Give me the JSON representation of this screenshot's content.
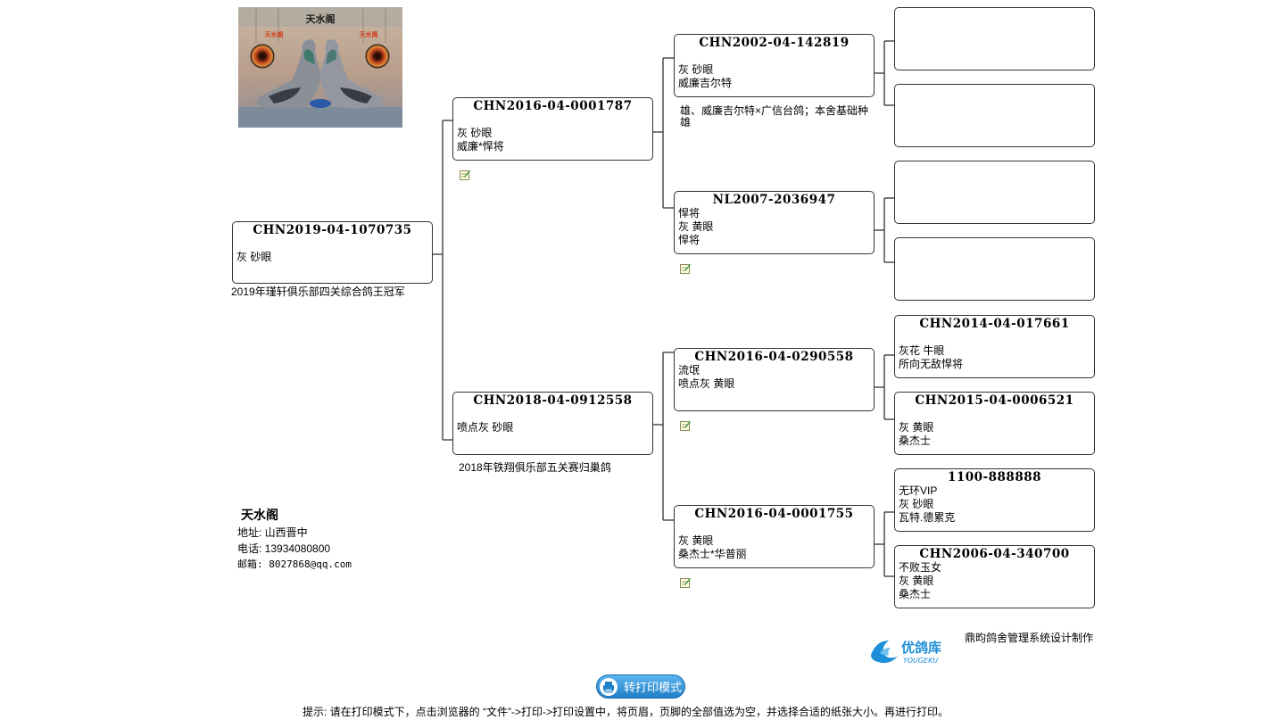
{
  "photo": {
    "title": "天水阁",
    "left_caption": "天水阁",
    "right_caption": "天水阁"
  },
  "subject": {
    "ring": "CHN2019-04-1070735",
    "lines": [
      "",
      "灰 砂眼"
    ],
    "note": "2019年瑾轩俱乐部四关综合鸽王冠军"
  },
  "sire": {
    "ring": "CHN2016-04-0001787",
    "lines": [
      "",
      "灰 砂眼",
      "威廉*悍将"
    ]
  },
  "dam": {
    "ring": "CHN2018-04-0912558",
    "lines": [
      "",
      "喷点灰 砂眼"
    ],
    "note": "2018年铁翔俱乐部五关赛归巢鸽"
  },
  "grandparents": [
    {
      "ring": "CHN2002-04-142819",
      "lines": [
        "",
        "灰 砂眼",
        "威廉吉尔特"
      ],
      "note": "雄、威廉吉尔特×广信台鸽；本舍基础种雄"
    },
    {
      "ring": "NL2007-2036947",
      "lines": [
        "悍将",
        "灰 黄眼",
        "悍将"
      ]
    },
    {
      "ring": "CHN2016-04-0290558",
      "lines": [
        "流氓",
        "喷点灰 黄眼"
      ]
    },
    {
      "ring": "CHN2016-04-0001755",
      "lines": [
        "",
        "灰 黄眼",
        "桑杰士*华普丽"
      ]
    }
  ],
  "great_grandparents": [
    {
      "ring": "",
      "lines": []
    },
    {
      "ring": "",
      "lines": []
    },
    {
      "ring": "",
      "lines": []
    },
    {
      "ring": "",
      "lines": []
    },
    {
      "ring": "CHN2014-04-017661",
      "lines": [
        "",
        "灰花 牛眼",
        "所向无敌悍将"
      ]
    },
    {
      "ring": "CHN2015-04-0006521",
      "lines": [
        "",
        "灰 黄眼",
        "桑杰士"
      ]
    },
    {
      "ring": "1100-888888",
      "lines": [
        "无环VIP",
        "灰 砂眼",
        "瓦特.德累克"
      ]
    },
    {
      "ring": "CHN2006-04-340700",
      "lines": [
        "不败玉女",
        "灰 黄眼",
        "桑杰士"
      ]
    }
  ],
  "contact": {
    "name": "天水阁",
    "address": "地址: 山西晋中",
    "phone": "电话: 13934080800",
    "email": "邮箱: 8027868@qq.com"
  },
  "maker": "鼎昀鸽舍管理系统设计制作",
  "logo": {
    "name": "优鸽库",
    "sub": "YOUGEKU"
  },
  "print_button": "转打印模式",
  "tip": "提示:  请在打印模式下，点击浏览器的 “文件”->打印->打印设置中，将页眉，页脚的全部值选为空，并选择合适的纸张大小。再进行打印。"
}
